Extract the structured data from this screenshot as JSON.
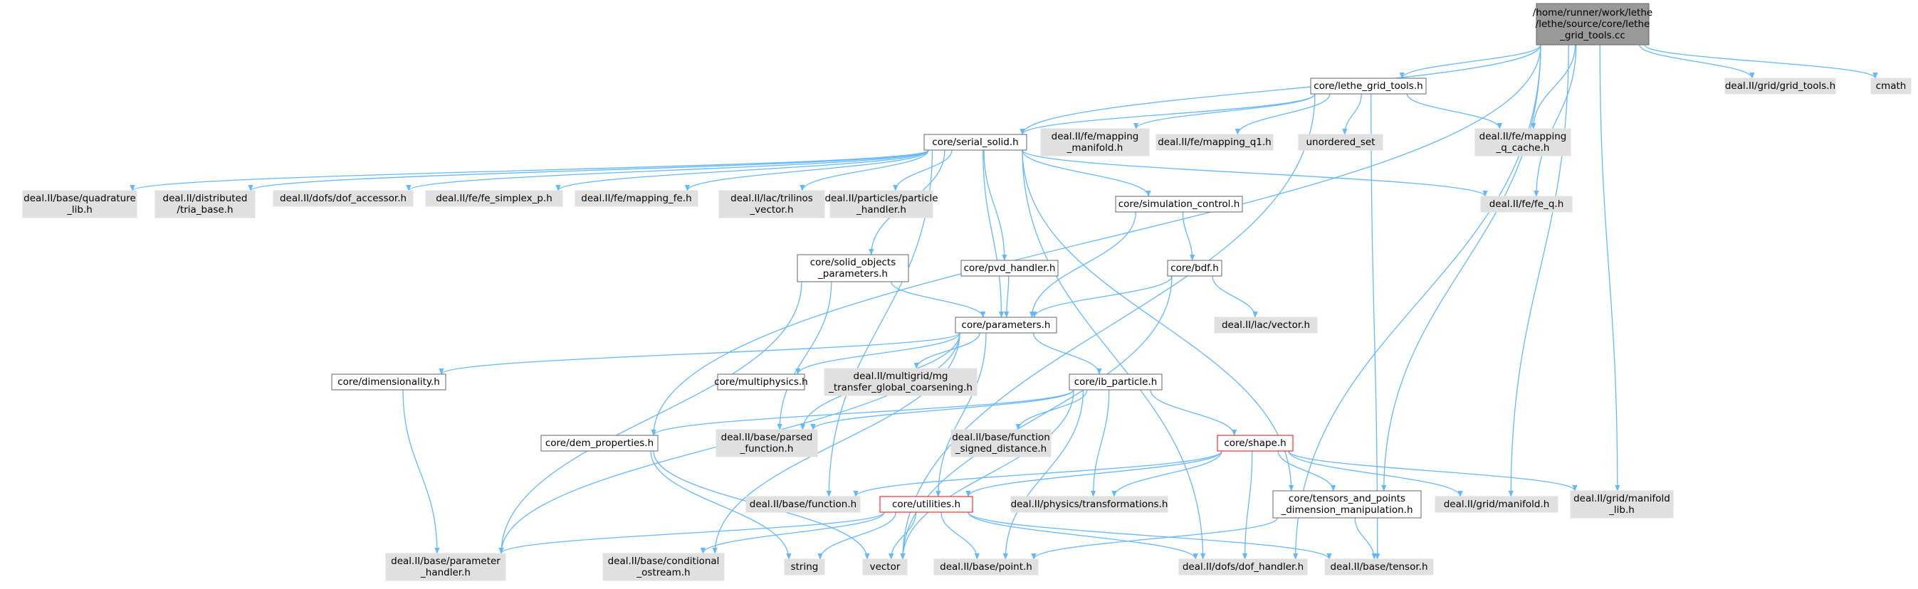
{
  "diagram": {
    "colors": {
      "edge": "#63b8ff",
      "root_fill": "#999999",
      "local_fill": "#ffffff",
      "system_fill": "#e0e0e0",
      "border_default": "#666666",
      "border_incomplete": "#ff0000"
    },
    "nodes": [
      {
        "id": "root",
        "lines": [
          "/home/runner/work/lethe",
          "/lethe/source/core/lethe",
          "_grid_tools.cc"
        ],
        "kind": "root"
      },
      {
        "id": "lgt",
        "lines": [
          "core/lethe_grid_tools.h"
        ],
        "kind": "local"
      },
      {
        "id": "gridtools",
        "lines": [
          "deal.II/grid/grid_tools.h"
        ],
        "kind": "system"
      },
      {
        "id": "cmath",
        "lines": [
          "cmath"
        ],
        "kind": "system"
      },
      {
        "id": "ss",
        "lines": [
          "core/serial_solid.h"
        ],
        "kind": "local"
      },
      {
        "id": "mapman",
        "lines": [
          "deal.II/fe/mapping",
          "_manifold.h"
        ],
        "kind": "system"
      },
      {
        "id": "mapq1",
        "lines": [
          "deal.II/fe/mapping_q1.h"
        ],
        "kind": "system"
      },
      {
        "id": "unord",
        "lines": [
          "unordered_set"
        ],
        "kind": "system"
      },
      {
        "id": "mapqc",
        "lines": [
          "deal.II/fe/mapping",
          "_q_cache.h"
        ],
        "kind": "system"
      },
      {
        "id": "quad",
        "lines": [
          "deal.II/base/quadrature",
          "_lib.h"
        ],
        "kind": "system"
      },
      {
        "id": "tria",
        "lines": [
          "deal.II/distributed",
          "/tria_base.h"
        ],
        "kind": "system"
      },
      {
        "id": "dofacc",
        "lines": [
          "deal.II/dofs/dof_accessor.h"
        ],
        "kind": "system"
      },
      {
        "id": "fesimp",
        "lines": [
          "deal.II/fe/fe_simplex_p.h"
        ],
        "kind": "system"
      },
      {
        "id": "mapfe",
        "lines": [
          "deal.II/fe/mapping_fe.h"
        ],
        "kind": "system"
      },
      {
        "id": "trilinos",
        "lines": [
          "deal.II/lac/trilinos",
          "_vector.h"
        ],
        "kind": "system"
      },
      {
        "id": "particles",
        "lines": [
          "deal.II/particles/particle",
          "_handler.h"
        ],
        "kind": "system"
      },
      {
        "id": "simctrl",
        "lines": [
          "core/simulation_control.h"
        ],
        "kind": "local"
      },
      {
        "id": "feq",
        "lines": [
          "deal.II/fe/fe_q.h"
        ],
        "kind": "system"
      },
      {
        "id": "solid",
        "lines": [
          "core/solid_objects",
          "_parameters.h"
        ],
        "kind": "local"
      },
      {
        "id": "pvd",
        "lines": [
          "core/pvd_handler.h"
        ],
        "kind": "local"
      },
      {
        "id": "bdf",
        "lines": [
          "core/bdf.h"
        ],
        "kind": "local"
      },
      {
        "id": "lacvec",
        "lines": [
          "deal.II/lac/vector.h"
        ],
        "kind": "system"
      },
      {
        "id": "params",
        "lines": [
          "core/parameters.h"
        ],
        "kind": "local"
      },
      {
        "id": "dimens",
        "lines": [
          "core/dimensionality.h"
        ],
        "kind": "local"
      },
      {
        "id": "multi",
        "lines": [
          "core/multiphysics.h"
        ],
        "kind": "local"
      },
      {
        "id": "mgt",
        "lines": [
          "deal.II/multigrid/mg",
          "_transfer_global_coarsening.h"
        ],
        "kind": "system"
      },
      {
        "id": "ibp",
        "lines": [
          "core/ib_particle.h"
        ],
        "kind": "local"
      },
      {
        "id": "dem",
        "lines": [
          "core/dem_properties.h"
        ],
        "kind": "local"
      },
      {
        "id": "parsed",
        "lines": [
          "deal.II/base/parsed",
          "_function.h"
        ],
        "kind": "system"
      },
      {
        "id": "fsd",
        "lines": [
          "deal.II/base/function",
          "_signed_distance.h"
        ],
        "kind": "system"
      },
      {
        "id": "shape",
        "lines": [
          "core/shape.h"
        ],
        "kind": "incomplete"
      },
      {
        "id": "func",
        "lines": [
          "deal.II/base/function.h"
        ],
        "kind": "system"
      },
      {
        "id": "util",
        "lines": [
          "core/utilities.h"
        ],
        "kind": "incomplete"
      },
      {
        "id": "transf",
        "lines": [
          "deal.II/physics/transformations.h"
        ],
        "kind": "system"
      },
      {
        "id": "tpd",
        "lines": [
          "core/tensors_and_points",
          "_dimension_manipulation.h"
        ],
        "kind": "local"
      },
      {
        "id": "gman",
        "lines": [
          "deal.II/grid/manifold.h"
        ],
        "kind": "system"
      },
      {
        "id": "gmanlib",
        "lines": [
          "deal.II/grid/manifold",
          "_lib.h"
        ],
        "kind": "system"
      },
      {
        "id": "ph",
        "lines": [
          "deal.II/base/parameter",
          "_handler.h"
        ],
        "kind": "system"
      },
      {
        "id": "condos",
        "lines": [
          "deal.II/base/conditional",
          "_ostream.h"
        ],
        "kind": "system"
      },
      {
        "id": "string",
        "lines": [
          "string"
        ],
        "kind": "system"
      },
      {
        "id": "vector",
        "lines": [
          "vector"
        ],
        "kind": "system"
      },
      {
        "id": "point",
        "lines": [
          "deal.II/base/point.h"
        ],
        "kind": "system"
      },
      {
        "id": "dofh",
        "lines": [
          "deal.II/dofs/dof_handler.h"
        ],
        "kind": "system"
      },
      {
        "id": "tensor",
        "lines": [
          "deal.II/base/tensor.h"
        ],
        "kind": "system"
      }
    ],
    "edges": [
      [
        "root",
        "lgt"
      ],
      [
        "root",
        "gridtools"
      ],
      [
        "root",
        "cmath"
      ],
      [
        "root",
        "ss"
      ],
      [
        "root",
        "mapqc"
      ],
      [
        "root",
        "feq"
      ],
      [
        "root",
        "dem"
      ],
      [
        "root",
        "tpd"
      ],
      [
        "root",
        "gman"
      ],
      [
        "root",
        "gmanlib"
      ],
      [
        "root",
        "dofh"
      ],
      [
        "lgt",
        "ss"
      ],
      [
        "lgt",
        "mapman"
      ],
      [
        "lgt",
        "mapq1"
      ],
      [
        "lgt",
        "unord"
      ],
      [
        "lgt",
        "mapqc"
      ],
      [
        "lgt",
        "tensor"
      ],
      [
        "lgt",
        "vector"
      ],
      [
        "ss",
        "quad"
      ],
      [
        "ss",
        "tria"
      ],
      [
        "ss",
        "dofacc"
      ],
      [
        "ss",
        "fesimp"
      ],
      [
        "ss",
        "mapfe"
      ],
      [
        "ss",
        "trilinos"
      ],
      [
        "ss",
        "particles"
      ],
      [
        "ss",
        "simctrl"
      ],
      [
        "ss",
        "feq"
      ],
      [
        "ss",
        "solid"
      ],
      [
        "ss",
        "pvd"
      ],
      [
        "ss",
        "params"
      ],
      [
        "ss",
        "tpd"
      ],
      [
        "ss",
        "func"
      ],
      [
        "ss",
        "dofh"
      ],
      [
        "simctrl",
        "params"
      ],
      [
        "simctrl",
        "bdf"
      ],
      [
        "bdf",
        "params"
      ],
      [
        "bdf",
        "lacvec"
      ],
      [
        "bdf",
        "vector"
      ],
      [
        "pvd",
        "params"
      ],
      [
        "solid",
        "params"
      ],
      [
        "solid",
        "parsed"
      ],
      [
        "solid",
        "ph"
      ],
      [
        "params",
        "dimens"
      ],
      [
        "params",
        "multi"
      ],
      [
        "params",
        "mgt"
      ],
      [
        "params",
        "ibp"
      ],
      [
        "params",
        "parsed"
      ],
      [
        "params",
        "util"
      ],
      [
        "params",
        "ph"
      ],
      [
        "params",
        "condos"
      ],
      [
        "dimens",
        "ph"
      ],
      [
        "ibp",
        "dem"
      ],
      [
        "ibp",
        "parsed"
      ],
      [
        "ibp",
        "fsd"
      ],
      [
        "ibp",
        "shape"
      ],
      [
        "ibp",
        "transf"
      ],
      [
        "ibp",
        "point"
      ],
      [
        "ibp",
        "vector"
      ],
      [
        "dem",
        "string"
      ],
      [
        "dem",
        "vector"
      ],
      [
        "shape",
        "func"
      ],
      [
        "shape",
        "util"
      ],
      [
        "shape",
        "transf"
      ],
      [
        "shape",
        "tpd"
      ],
      [
        "shape",
        "gman"
      ],
      [
        "shape",
        "gmanlib"
      ],
      [
        "shape",
        "dofh"
      ],
      [
        "util",
        "ph"
      ],
      [
        "util",
        "condos"
      ],
      [
        "util",
        "string"
      ],
      [
        "util",
        "vector"
      ],
      [
        "util",
        "point"
      ],
      [
        "util",
        "dofh"
      ],
      [
        "util",
        "tensor"
      ],
      [
        "tpd",
        "point"
      ],
      [
        "tpd",
        "tensor"
      ]
    ]
  }
}
